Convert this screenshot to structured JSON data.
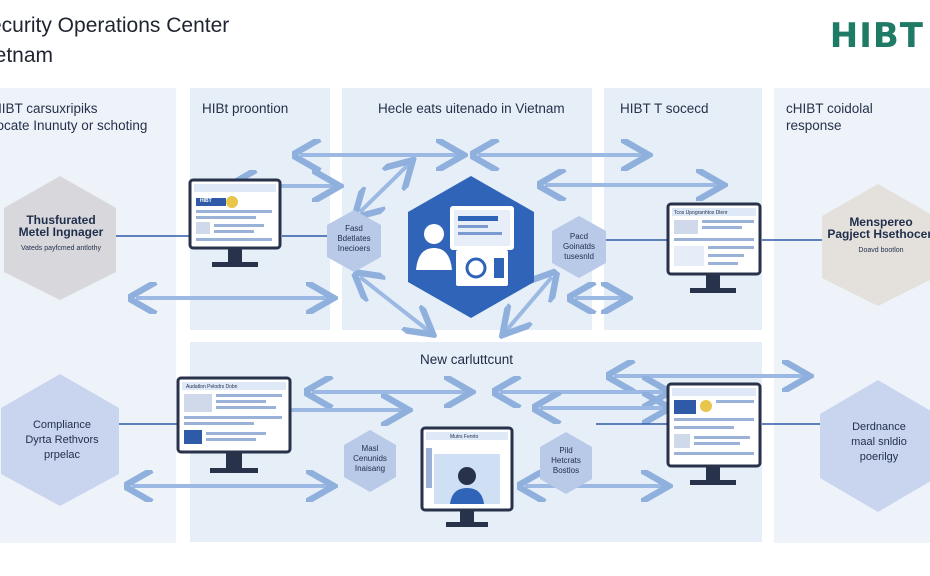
{
  "header": {
    "title": "ecurity Operations Center",
    "subtitle": "ietnam",
    "logo": "HIBT"
  },
  "columns": [
    {
      "label_line1": "HIBT carsuxripiks",
      "label_line2": "rocate Inunuty or schoting"
    },
    {
      "label_line1": "HIBt proontion",
      "label_line2": ""
    },
    {
      "label_line1": "Hecle eats uitenado in Vietnam",
      "label_line2": ""
    },
    {
      "label_line1": "HIBT T socecd",
      "label_line2": ""
    },
    {
      "label_line1": "cHIBT coidolal",
      "label_line2": "response"
    }
  ],
  "lower_label": "New carluttcunt",
  "hexagons": {
    "left_top": {
      "line1": "Thusfurated",
      "line2": "Metel Ingnager",
      "line3": "Vateds payfcmed antlothy"
    },
    "left_bottom": {
      "line1": "Compliance",
      "line2": "Dyrta Rethvors",
      "line3": "prpelac"
    },
    "right_top": {
      "line1": "Menspereo",
      "line2": "Pagject Hsethocen",
      "line3": "Doavd bootlon"
    },
    "right_bottom": {
      "line1": "Derdnance",
      "line2": "maal snldio",
      "line3": "poerilgy"
    },
    "small_mid_top": {
      "line1": "Fasd",
      "line2": "Bdetlates",
      "line3": "Inecioers"
    },
    "small_right_top": {
      "line1": "Pacd",
      "line2": "Goinatds",
      "line3": "tusesnld"
    },
    "small_mid_bottom": {
      "line1": "Masl",
      "line2": "Cenunids",
      "line3": "Inaisang"
    },
    "small_right_bottom": {
      "line1": "Pild",
      "line2": "Hetcrats",
      "line3": "Bostlos"
    }
  },
  "monitors": {
    "top_left": {
      "header": "HIBT"
    },
    "top_right": {
      "header": "Tcos Upogranhtos Dlenr"
    },
    "bottom_left": {
      "header": "Audatlon Pelodrs Dobn"
    },
    "bottom_center": {
      "header": "Mutrs Fenrto"
    },
    "bottom_right": {
      "header": ""
    }
  },
  "colors": {
    "panel": "#e6eef8",
    "hex_blue": "#2f64b8",
    "accent_green": "#1f7a66",
    "arrow": "#8fb0dd"
  }
}
